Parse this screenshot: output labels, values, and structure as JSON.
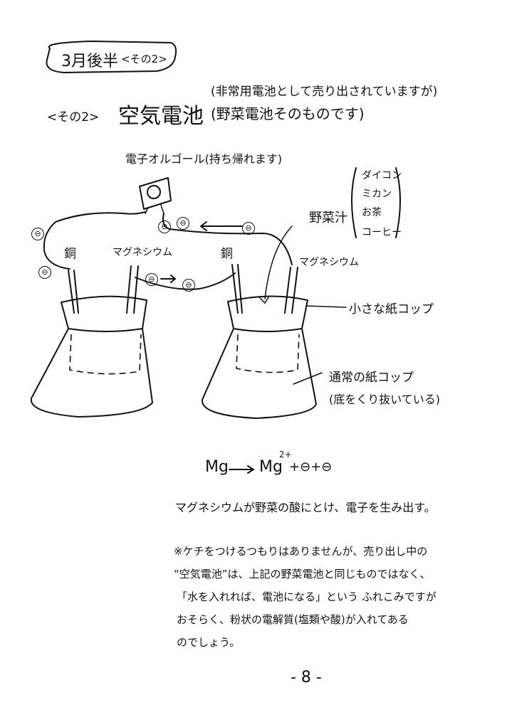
{
  "header": {
    "section": "3月後半",
    "section_sub": "<その2>"
  },
  "title": {
    "label": "<その2>",
    "main": "空気電池",
    "note_line1": "(非常用電池として売り出されていますが)",
    "note_line2": "(野菜電池そのものです)"
  },
  "diagram": {
    "music_box": "電子オルゴール(持ち帰れます)",
    "electron_symbol": "⊖",
    "copper_left": "銅",
    "magnesium_left": "マグネシウム",
    "copper_right": "銅",
    "magnesium_right": "マグネシウム",
    "vegetable_juice": "野菜汁",
    "juice_options": [
      "ダイコン",
      "ミカン",
      "お茶",
      "コーヒー"
    ],
    "small_cup": "小さな紙コップ",
    "normal_cup_line1": "通常の紙コップ",
    "normal_cup_line2": "(底をくり抜いている)"
  },
  "equation": {
    "lhs": "Mg",
    "rhs": "Mg",
    "charge": "2+",
    "tail": "+⊖+⊖"
  },
  "explanation": "マグネシウムが野菜の酸にとけ、電子を生み出す。",
  "remark": {
    "line1": "※ケチをつけるつもりはありませんが、売り出し中の",
    "line2": "“空気電池”は、上記の野菜電池と同じものではなく、",
    "line3": "「水を入れれば、電池になる」という ふれこみですが",
    "line4": "おそらく、粉状の電解質(塩類や酸)が入れてある",
    "line5": "のでしょう。"
  },
  "page_number": "- 8 -"
}
